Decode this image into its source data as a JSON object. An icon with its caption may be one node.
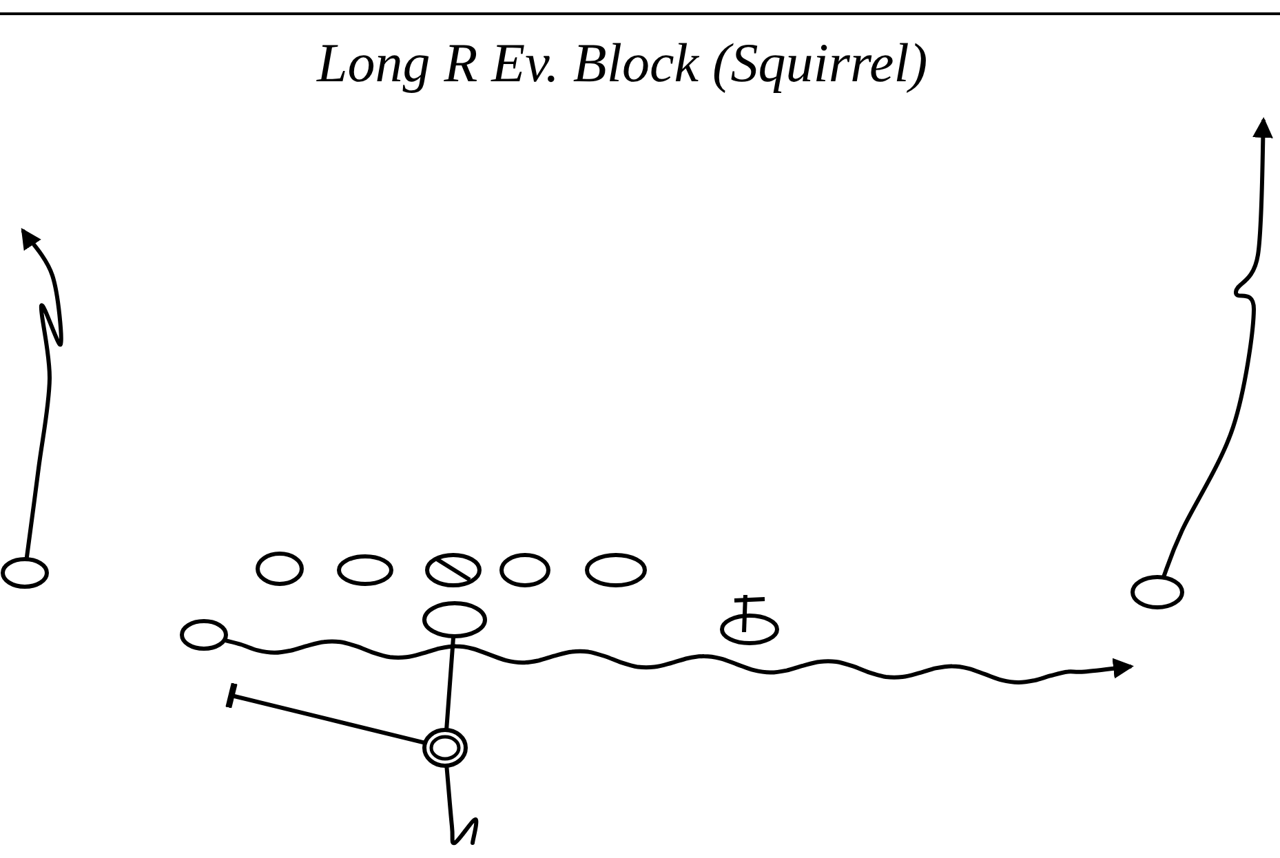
{
  "diagram": {
    "title": "Long R Ev. Block (Squirrel)",
    "nodes": [
      {
        "text": [],
        "shape": "circle"
      },
      {
        "text": [],
        "shape": "circle"
      },
      {
        "text": [],
        "shape": "circle"
      },
      {
        "text": [],
        "shape": "circle"
      },
      {
        "text": [],
        "shape": "circle"
      },
      {
        "text": [],
        "shape": "circle"
      },
      {
        "text": [],
        "shape": "circle"
      },
      {
        "text": [],
        "shape": "circle"
      },
      {
        "text": [],
        "shape": "circle"
      },
      {
        "text": [],
        "shape": "circle"
      },
      {
        "text": [],
        "shape": "circle"
      }
    ],
    "edges": [
      {
        "from": 0,
        "to": null,
        "arrow": "to"
      },
      {
        "from": 9,
        "to": null,
        "arrow": "to"
      },
      {
        "from": 7,
        "to": null,
        "arrow": "to"
      },
      {
        "from": 10,
        "to": null,
        "arrow": "other"
      },
      {
        "from": 6,
        "to": 10,
        "arrow": "none"
      },
      {
        "from": 10,
        "to": null,
        "arrow": "none"
      }
    ]
  }
}
